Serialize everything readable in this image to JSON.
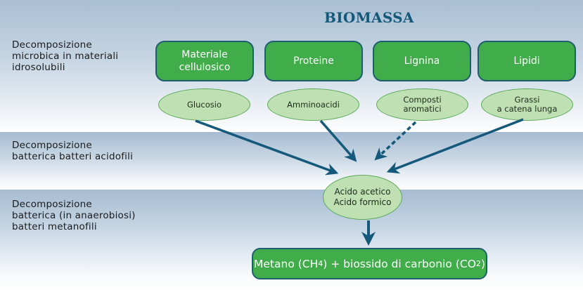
{
  "title": "BIOMASSA",
  "stages": [
    {
      "lines": [
        "Decomposizione",
        "microbica in materiali",
        "idrosolubili"
      ]
    },
    {
      "lines": [
        "Decomposizione",
        "batterica batteri acidofili"
      ]
    },
    {
      "lines": [
        "Decomposizione",
        "batterica (in anaerobiosi)",
        "batteri metanofili"
      ]
    }
  ],
  "sources": [
    {
      "lines": [
        "Materiale",
        "cellulosico"
      ]
    },
    {
      "lines": [
        "Proteine"
      ]
    },
    {
      "lines": [
        "Lignina"
      ]
    },
    {
      "lines": [
        "Lipidi"
      ]
    }
  ],
  "intermediates": [
    {
      "lines": [
        "Glucosio"
      ]
    },
    {
      "lines": [
        "Amminoacidi"
      ]
    },
    {
      "lines": [
        "Composti",
        "aromatici"
      ]
    },
    {
      "lines": [
        "Grassi",
        "a catena lunga"
      ]
    }
  ],
  "acids": {
    "lines": [
      "Acido acetico",
      "Acido formico"
    ]
  },
  "product": {
    "metano": "Metano (CH",
    "ch4_sub": "4",
    "middle": ") + biossido di carbonio (CO",
    "co2_sub": "2",
    "end": ")"
  },
  "flows": [
    {
      "from": "Glucosio",
      "to": "Acido acetico / Acido formico",
      "style": "solid"
    },
    {
      "from": "Amminoacidi",
      "to": "Acido acetico / Acido formico",
      "style": "solid"
    },
    {
      "from": "Composti aromatici",
      "to": "Acido acetico / Acido formico",
      "style": "dashed"
    },
    {
      "from": "Grassi a catena lunga",
      "to": "Acido acetico / Acido formico",
      "style": "solid"
    },
    {
      "from": "Acido acetico / Acido formico",
      "to": "Metano + biossido di carbonio",
      "style": "solid"
    }
  ],
  "colors": {
    "box_fill": "#40ad4a",
    "box_border": "#1e5e6e",
    "ellipse_fill": "#bfe0b2",
    "arrow": "#14587a",
    "title": "#14587a"
  }
}
